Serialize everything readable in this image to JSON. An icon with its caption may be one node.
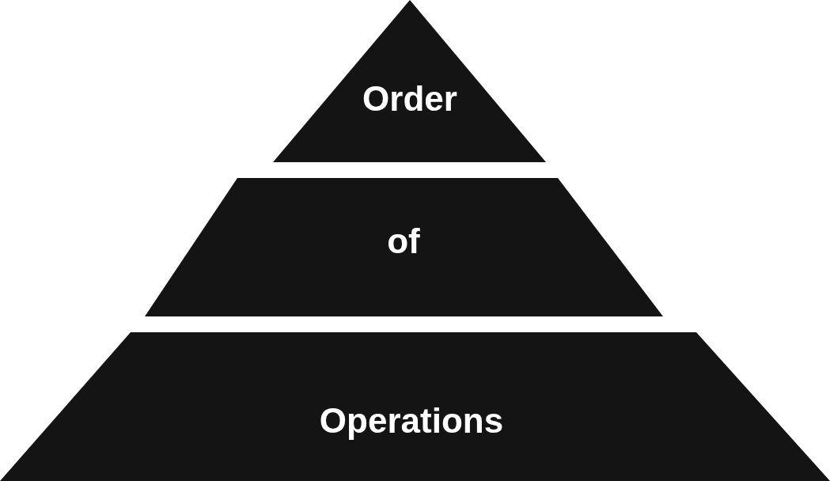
{
  "diagram": {
    "nodes": [
      {
        "text": [
          "Order"
        ]
      },
      {
        "text": [
          "of"
        ]
      },
      {
        "text": [
          "Operations"
        ]
      }
    ]
  }
}
